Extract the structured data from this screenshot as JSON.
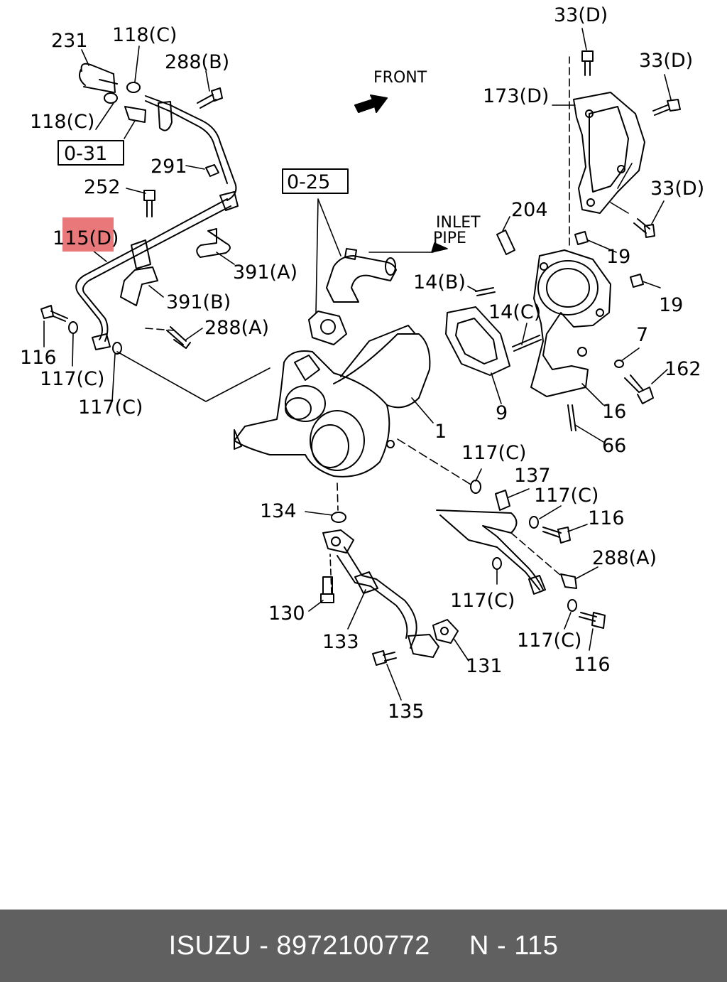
{
  "diagram": {
    "highlight_color": "#e8787a",
    "footer_bg": "#606060",
    "labels": {
      "l231": "231",
      "l118c_top": "118(C)",
      "l288b": "288(B)",
      "l118c_left": "118(C)",
      "box031": "0-31",
      "l291": "291",
      "l252": "252",
      "l115d": "115(D)",
      "l391a": "391(A)",
      "l391b": "391(B)",
      "l288a_left": "288(A)",
      "l116_left": "116",
      "l117c_a": "117(C)",
      "l117c_b": "117(C)",
      "front": "FRONT",
      "box025": "0-25",
      "inlet": "INLET",
      "pipe": "PIPE",
      "l204": "204",
      "l33d_top": "33(D)",
      "l33d_right": "33(D)",
      "l173d": "173(D)",
      "l33d_mid": "33(D)",
      "l19_a": "19",
      "l19_b": "19",
      "l14b": "14(B)",
      "l14c": "14(C)",
      "l7": "7",
      "l162": "162",
      "l9": "9",
      "l16": "16",
      "l1": "1",
      "l66": "66",
      "l117c_c": "117(C)",
      "l137": "137",
      "l117c_d": "117(C)",
      "l116_mid": "116",
      "l134": "134",
      "l288a_right": "288(A)",
      "l130": "130",
      "l117c_e": "117(C)",
      "l133": "133",
      "l117c_f": "117(C)",
      "l131": "131",
      "l116_low": "116",
      "l135": "135"
    }
  },
  "footer": {
    "text": "ISUZU - 8972100772     N - 115"
  }
}
